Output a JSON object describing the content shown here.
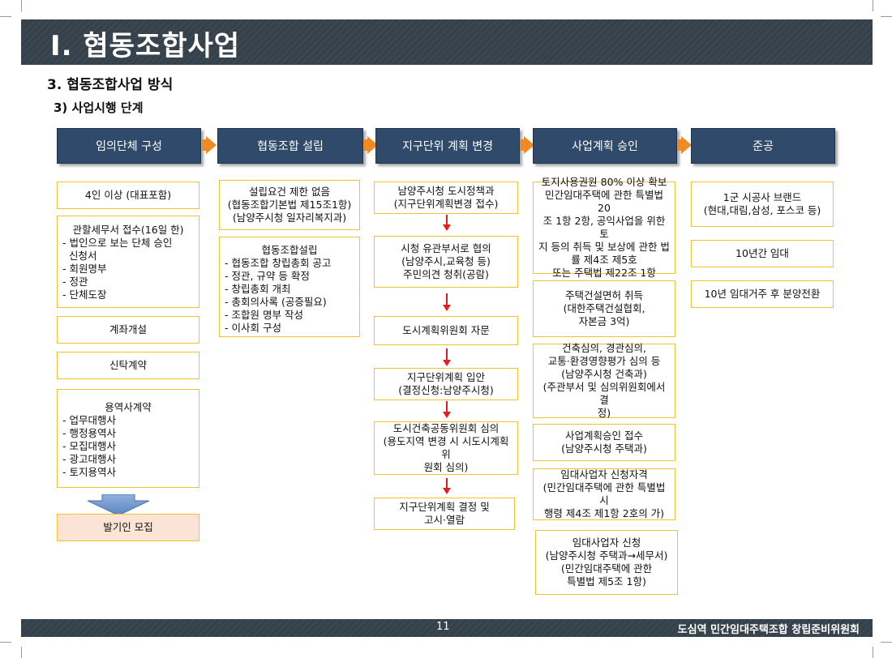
{
  "header": {
    "title": "Ⅰ. 협동조합사업"
  },
  "section_title": "3. 협동조합사업 방식",
  "subsection_title": "3) 사업시행 단계",
  "stages": [
    "임의단체 구성",
    "협동조합 설립",
    "지구단위 계획 변경",
    "사업계획 승인",
    "준공"
  ],
  "col1": {
    "box1": "4인 이상 (대표포함)",
    "box2": {
      "head": "관할세무서 접수(16일 한)",
      "items": [
        "- 법인으로 보는 단체 승인",
        "  신청서",
        "- 회원명부",
        "- 정관",
        "- 단체도장"
      ]
    },
    "box3": "계좌개설",
    "box4": "신탁계약",
    "box5": {
      "head": "용역사계약",
      "items": [
        "- 업무대행사",
        "- 행정용역사",
        "- 모집대행사",
        "- 광고대행사",
        "- 토지용역사"
      ]
    },
    "box6": "발기인 모집"
  },
  "col2": {
    "box1": [
      "설립요건 제한 없음",
      "(협동조합기본법 제15조1항)",
      "(남양주시청 일자리복지과)"
    ],
    "box2": {
      "head": "협동조합설립",
      "items": [
        "- 협동조합 창립총회 공고",
        "- 정관, 규약 등 확정",
        "- 창립총회 개최",
        "- 총회의사록 (공증필요)",
        "- 조합원 명부 작성",
        "- 이사회 구성"
      ]
    }
  },
  "col3": {
    "box1": [
      "남양주시청 도시정책과",
      "(지구단위계획변경 접수)"
    ],
    "box2": [
      "시청 유관부서로 협의",
      "(남양주시,교육청 등)",
      "주민의견 청취(공람)"
    ],
    "box3": [
      "도시계획위원회 자문"
    ],
    "box4": [
      "지구단위계획 입안",
      "(결정신청:남양주시청)"
    ],
    "box5": [
      "도시건축공동위원회 심의",
      "(용도지역 변경 시 시도시계획위",
      "원회 심의)"
    ],
    "box6": [
      "지구단위계획 결정 및",
      "고시·열람"
    ]
  },
  "col4": {
    "box1": [
      "토지사용권원 80% 이상 확보",
      "민간임대주택에 관한 특별법  20",
      "조 1항 2항, 공익사업을 위한 토",
      "지 등의 취득 및 보상에 관한 법",
      "률 제4조 제5호",
      "또는 주택법 제22조 1항"
    ],
    "box2": [
      "주택건설면허 취득",
      "(대한주택건설협회,",
      "자본금 3억)"
    ],
    "box3": [
      "건축심의, 경관심의,",
      "교통·환경영향평가 심의 등",
      "(남양주시청 건축과)",
      "(주관부서 및 심의위원회에서 결",
      "정)"
    ],
    "box4": [
      "사업계획승인 접수",
      "(남양주시청 주택과)"
    ],
    "box5": [
      "임대사업자 신청자격",
      "(민간임대주택에 관한 특별법 시",
      "행령 제4조 제1항 2호의 가)"
    ],
    "box6": [
      "임대사업자 신청",
      "(남양주시청 주택과→세무서)",
      "(민간임대주택에 관한",
      "특별법 제5조 1항)"
    ]
  },
  "col5": {
    "box1": [
      "1군 시공사 브랜드",
      "(현대,대림,삼성, 포스코 등)"
    ],
    "box2": [
      "10년간 임대"
    ],
    "box3": [
      "10년 임대거주 후 분양전환"
    ]
  },
  "footer": {
    "page": "11",
    "org": "도심역 민간임대주택조합 창립준비위원회"
  },
  "colors": {
    "stage_bg": "#2f4a6a",
    "box_border": "#f2c231",
    "chevron": "#f08a24",
    "flow_arrow": "#e02020",
    "highlight_bg": "#fbe3d6"
  }
}
